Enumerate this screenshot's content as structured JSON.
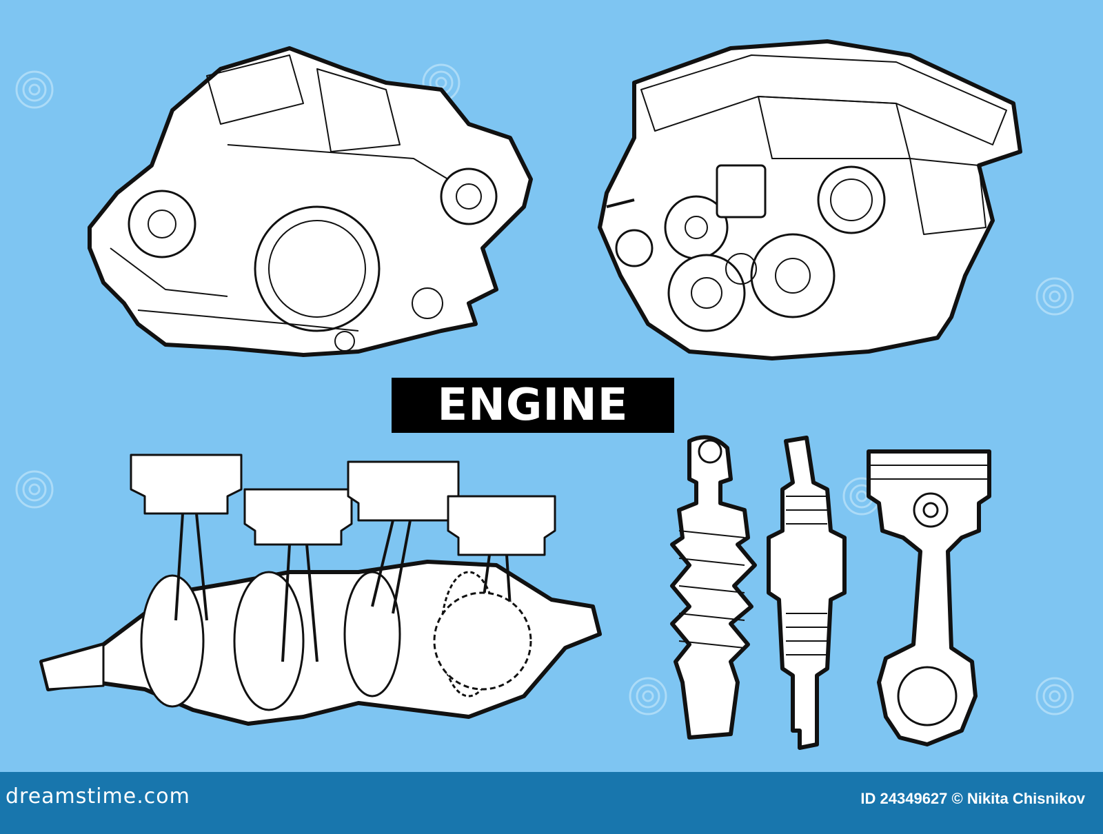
{
  "title": "ENGINE",
  "footer": {
    "brand": "dreamstime.com",
    "credit": "ID 24349627 © Nikita Chisnikov"
  },
  "colors": {
    "background": "#7ec5f2",
    "footer": "#1876ad",
    "title_box": "#000000",
    "outline": "#111111",
    "part_fill": "#ffffff"
  }
}
